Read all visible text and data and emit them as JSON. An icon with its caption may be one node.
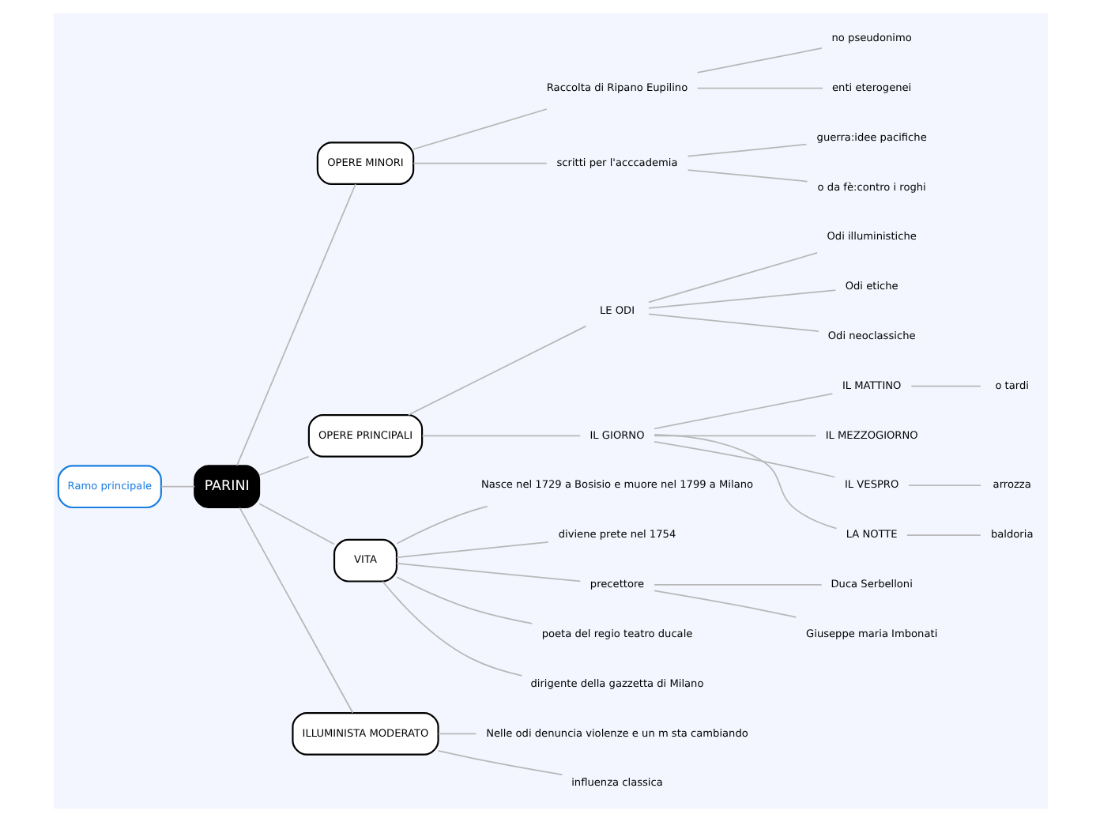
{
  "diagram": {
    "nodes": [
      {
        "text": [
          "PARINI"
        ]
      },
      {
        "text": [
          "OPERE MINORI"
        ]
      },
      {
        "text": [
          "Raccolta di Ripano Eupilino"
        ]
      },
      {
        "text": [
          "no pseudonimo"
        ]
      },
      {
        "text": [
          "enti eterogenei"
        ]
      },
      {
        "text": [
          "scritti per l'acccademia"
        ]
      },
      {
        "text": [
          "guerra:idee pacifiche"
        ]
      },
      {
        "text": [
          "o da fè:contro i roghi"
        ]
      },
      {
        "text": [
          "Ramo principale"
        ]
      },
      {
        "text": [
          "OPERE PRINCIPALI"
        ]
      },
      {
        "text": [
          "LE ODI"
        ]
      },
      {
        "text": [
          "Odi illuministiche"
        ]
      },
      {
        "text": [
          "Odi etiche"
        ]
      },
      {
        "text": [
          "Odi neoclassiche"
        ]
      },
      {
        "text": [
          "IL GIORNO"
        ]
      },
      {
        "text": [
          "IL MATTINO"
        ]
      },
      {
        "text": [
          "o tardi"
        ]
      },
      {
        "text": [
          "IL MEZZOGIORNO"
        ]
      },
      {
        "text": [
          "IL VESPRO"
        ]
      },
      {
        "text": [
          "arrozza"
        ]
      },
      {
        "text": [
          "LA NOTTE"
        ]
      },
      {
        "text": [
          "baldoria"
        ]
      },
      {
        "text": [
          "VITA"
        ]
      },
      {
        "text": [
          "Nasce nel 1729 a Bosisio e muore nel 1799 a Milano"
        ]
      },
      {
        "text": [
          "diviene prete nel 1754"
        ]
      },
      {
        "text": [
          "precettore"
        ]
      },
      {
        "text": [
          "Duca Serbelloni"
        ]
      },
      {
        "text": [
          "Giuseppe maria Imbonati"
        ]
      },
      {
        "text": [
          "poeta del regio teatro ducale"
        ]
      },
      {
        "text": [
          "dirigente della gazzetta di Milano"
        ]
      },
      {
        "text": [
          "ILLUMINISTA MODERATO"
        ]
      },
      {
        "text": [
          "Nelle odi denuncia violenze e un m sta cambiando"
        ]
      },
      {
        "text": [
          "influenza classica"
        ]
      }
    ],
    "edges": [
      {
        "from": 0,
        "to": 1,
        "arrow": "none"
      },
      {
        "from": 1,
        "to": 2,
        "arrow": "none"
      },
      {
        "from": 2,
        "to": 3,
        "arrow": "none"
      },
      {
        "from": 2,
        "to": 4,
        "arrow": "none"
      },
      {
        "from": 1,
        "to": 5,
        "arrow": "none"
      },
      {
        "from": 5,
        "to": 6,
        "arrow": "none"
      },
      {
        "from": 5,
        "to": 7,
        "arrow": "none"
      },
      {
        "from": 8,
        "to": 0,
        "arrow": "none"
      },
      {
        "from": 0,
        "to": 9,
        "arrow": "none"
      },
      {
        "from": 9,
        "to": 10,
        "arrow": "none"
      },
      {
        "from": 10,
        "to": 11,
        "arrow": "none"
      },
      {
        "from": 10,
        "to": 12,
        "arrow": "none"
      },
      {
        "from": 10,
        "to": 13,
        "arrow": "none"
      },
      {
        "from": 9,
        "to": 14,
        "arrow": "none"
      },
      {
        "from": 14,
        "to": 15,
        "arrow": "none"
      },
      {
        "from": 15,
        "to": 16,
        "arrow": "none"
      },
      {
        "from": 14,
        "to": 17,
        "arrow": "none"
      },
      {
        "from": 14,
        "to": 18,
        "arrow": "none"
      },
      {
        "from": 18,
        "to": 19,
        "arrow": "none"
      },
      {
        "from": 14,
        "to": 20,
        "arrow": "none"
      },
      {
        "from": 20,
        "to": 21,
        "arrow": "none"
      },
      {
        "from": 0,
        "to": 22,
        "arrow": "none"
      },
      {
        "from": 22,
        "to": 23,
        "arrow": "none"
      },
      {
        "from": 22,
        "to": 24,
        "arrow": "none"
      },
      {
        "from": 22,
        "to": 25,
        "arrow": "none"
      },
      {
        "from": 25,
        "to": 26,
        "arrow": "none"
      },
      {
        "from": 25,
        "to": 27,
        "arrow": "none"
      },
      {
        "from": 22,
        "to": 28,
        "arrow": "none"
      },
      {
        "from": 22,
        "to": 29,
        "arrow": "none"
      },
      {
        "from": 0,
        "to": 30,
        "arrow": "none"
      },
      {
        "from": 30,
        "to": 31,
        "arrow": "none"
      },
      {
        "from": 30,
        "to": 32,
        "arrow": "none"
      }
    ]
  }
}
